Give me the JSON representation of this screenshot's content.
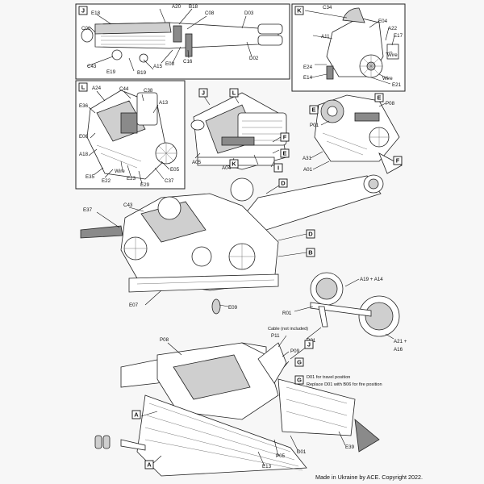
{
  "panels": {
    "J": "J",
    "K": "K",
    "L": "L",
    "J_inset": "J",
    "K_inset": "K",
    "E_inset": "E"
  },
  "labels": {
    "E18": "E18",
    "A20": "A20",
    "B18": "B18",
    "C08": "C08",
    "D03": "D03",
    "C06": "C06",
    "C43": "C43",
    "E19": "E19",
    "B19": "B19",
    "A15": "A15",
    "E08": "E08",
    "C16": "C16",
    "D02": "D02",
    "C34": "C34",
    "E04": "E04",
    "A22": "A22",
    "E17": "E17",
    "A11": "A11",
    "E24": "E24",
    "E14": "E14",
    "Wire1": "Wire",
    "Wire2": "Wire",
    "E21": "E21",
    "A24": "A24",
    "C44": "C44",
    "C38": "C38",
    "A13": "A13",
    "E36": "E36",
    "E06": "E06",
    "E05": "E05",
    "WireL": "Wire",
    "E35": "E35",
    "E22": "E22",
    "E23": "E23",
    "E29": "E29",
    "C37": "C37",
    "A18": "A18",
    "A05": "A05",
    "A04": "A04",
    "P08a": "P08",
    "P01": "P01",
    "A31": "A31",
    "A01": "A01",
    "E37": "E37",
    "C43b": "C43",
    "E07": "E07",
    "E09": "E09",
    "A19A14": "A19 + A14",
    "R01a": "R01",
    "R01b": "R01",
    "A21": "A21 +",
    "A16": "A16",
    "P08b": "P08",
    "P11": "P11",
    "P09": "P09",
    "D01": "D01",
    "P05": "P05",
    "E13": "E13",
    "E39": "E39"
  },
  "callouts": {
    "D": "D",
    "D2": "D",
    "B": "B",
    "E": "E",
    "F": "F",
    "I": "I",
    "K2": "K",
    "J2": "J",
    "L2": "L",
    "E2": "E",
    "F2": "F",
    "A": "A",
    "A2": "A",
    "G": "G",
    "G2": "G",
    "J3": "J"
  },
  "notes": {
    "cable": "Cable (not included)",
    "d01_travel": "D01 for travel position",
    "replace": "Replace D01 with B06 for fire position"
  },
  "footer": "Made in Ukraine by ACE. Copyright 2022."
}
